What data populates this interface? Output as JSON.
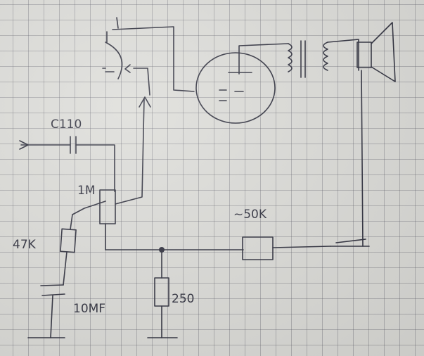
{
  "diagram": {
    "labels": {
      "cap_input": "C110",
      "pot": "1M",
      "res_grid": "47K",
      "cap_bypass": "10MF",
      "res_cathode": "250",
      "res_feedback": "~50K"
    }
  },
  "colors": {
    "ink": "#2b2c3a",
    "paper": "#dcdcd8",
    "grid": "#5a5a64"
  }
}
